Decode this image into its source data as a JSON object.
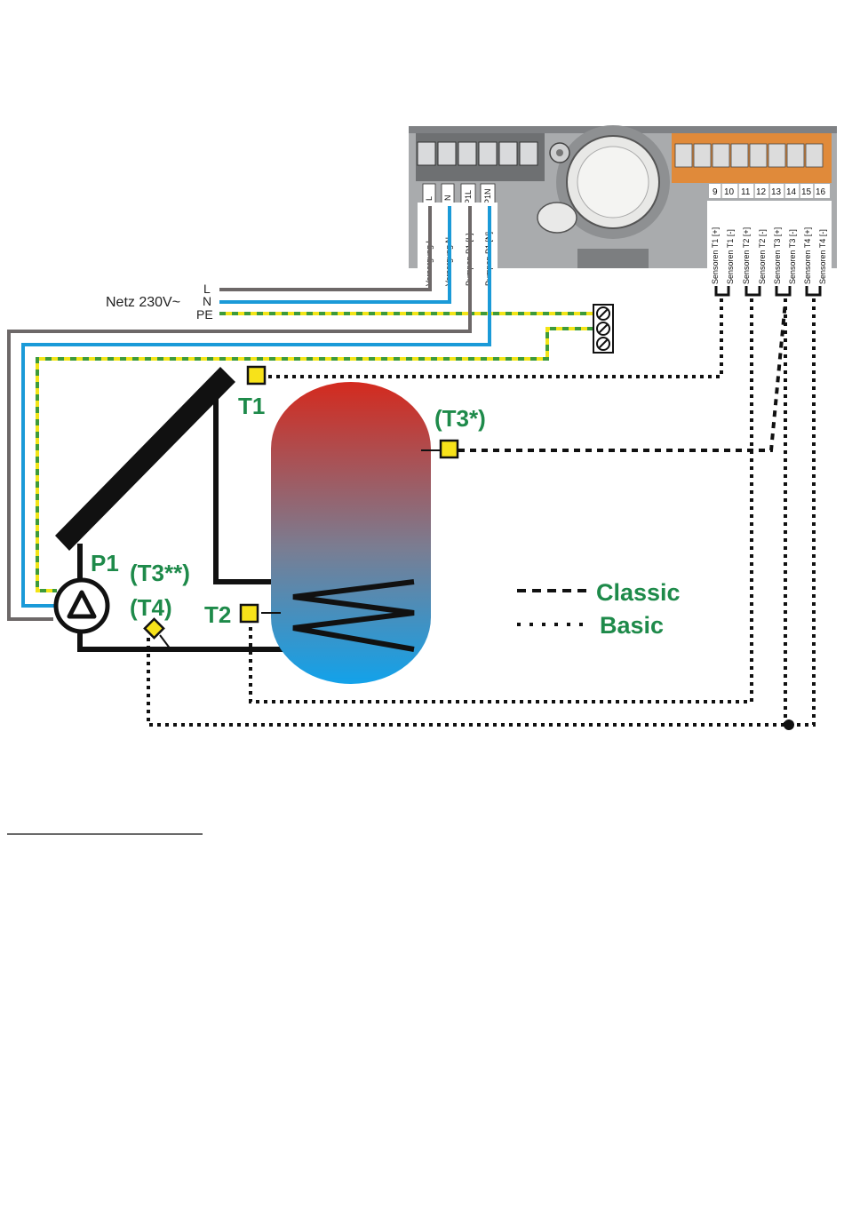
{
  "mains": {
    "label": "Netz 230V~",
    "L": "L",
    "N": "N",
    "PE": "PE"
  },
  "controller": {
    "left_terminals": [
      "L",
      "N",
      "P1L",
      "P1N"
    ],
    "left_vertical_labels": [
      "Versorgung L",
      "Versorgung N",
      "Pumpen P1 [L]",
      "Pumpen P1 [N]"
    ],
    "sensor_terminals": [
      "9",
      "10",
      "11",
      "12",
      "13",
      "14",
      "15",
      "16"
    ],
    "sensor_vertical_labels": [
      "Sensoren T1 [+]",
      "Sensoren T1 [-]",
      "Sensoren T2 [+]",
      "Sensoren T2 [-]",
      "Sensoren T3 [+]",
      "Sensoren T3 [-]",
      "Sensoren T4 [+]",
      "Sensoren T4 [-]"
    ]
  },
  "components": {
    "t1": "T1",
    "t2": "T2",
    "t3_star": "(T3*)",
    "t3_double_star": "(T3**)",
    "t4": "(T4)",
    "p1": "P1"
  },
  "legend": {
    "classic": "Classic",
    "basic": "Basic"
  },
  "colors": {
    "green_label": "#1e8a4a",
    "mains_L": "#6d6868",
    "mains_N": "#1a9ad8",
    "earth_PE_a": "#f2e417",
    "earth_PE_b": "#3d9a3a",
    "sensor_yellow": "#f7e21a",
    "tank_top": "#d23a2c",
    "tank_bottom": "#1aa0e4",
    "terminal_orange": "#e08a3a"
  }
}
